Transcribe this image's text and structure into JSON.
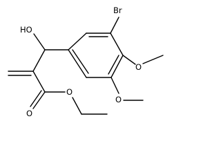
{
  "molecule": {
    "atoms": {
      "bromine": "Br",
      "hydroxyl": "HO",
      "methoxy_para_oxygen": "O",
      "methoxy_meta_oxygen": "O",
      "carbonyl_oxygen": "O",
      "ester_oxygen": "O"
    }
  },
  "colors": {
    "bond": "#000000",
    "label": "#000000",
    "background": "#ffffff"
  }
}
